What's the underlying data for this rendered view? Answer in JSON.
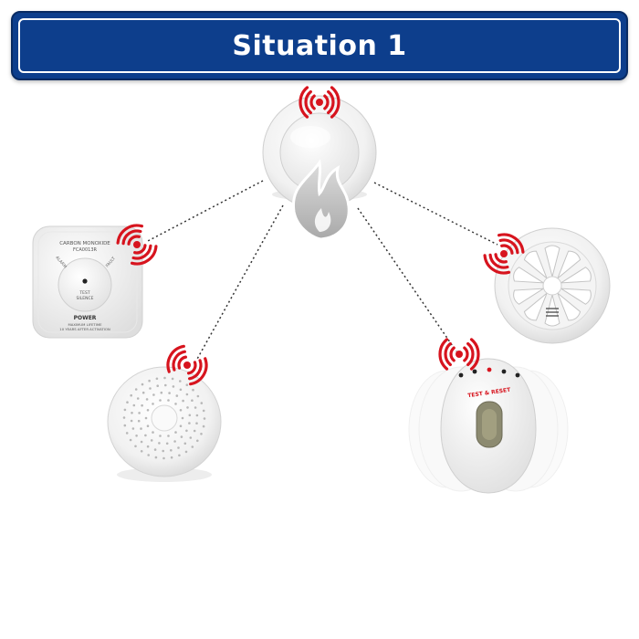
{
  "header": {
    "title": "Situation 1"
  },
  "colors": {
    "banner": "#0d3e8c",
    "signal": "#d7141e",
    "link_line": "#333333"
  },
  "devices": {
    "smoke_alarm": {
      "icon": "fire-icon"
    },
    "co_alarm": {
      "brand_line1": "CARBON MONOXIDE",
      "brand_line2": "FCA0013R",
      "alarm_label": "ALARM",
      "fault_label": "FAULT",
      "button_line1": "TEST",
      "button_line2": "SILENCE",
      "power_label": "POWER",
      "footer_line1": "MAXIMUM LIFETIME",
      "footer_line2": "10 YEARS AFTER ACTIVATION"
    },
    "heat_alarm": {},
    "round_alarm": {},
    "base_unit": {
      "button_label": "TEST & RESET"
    }
  }
}
